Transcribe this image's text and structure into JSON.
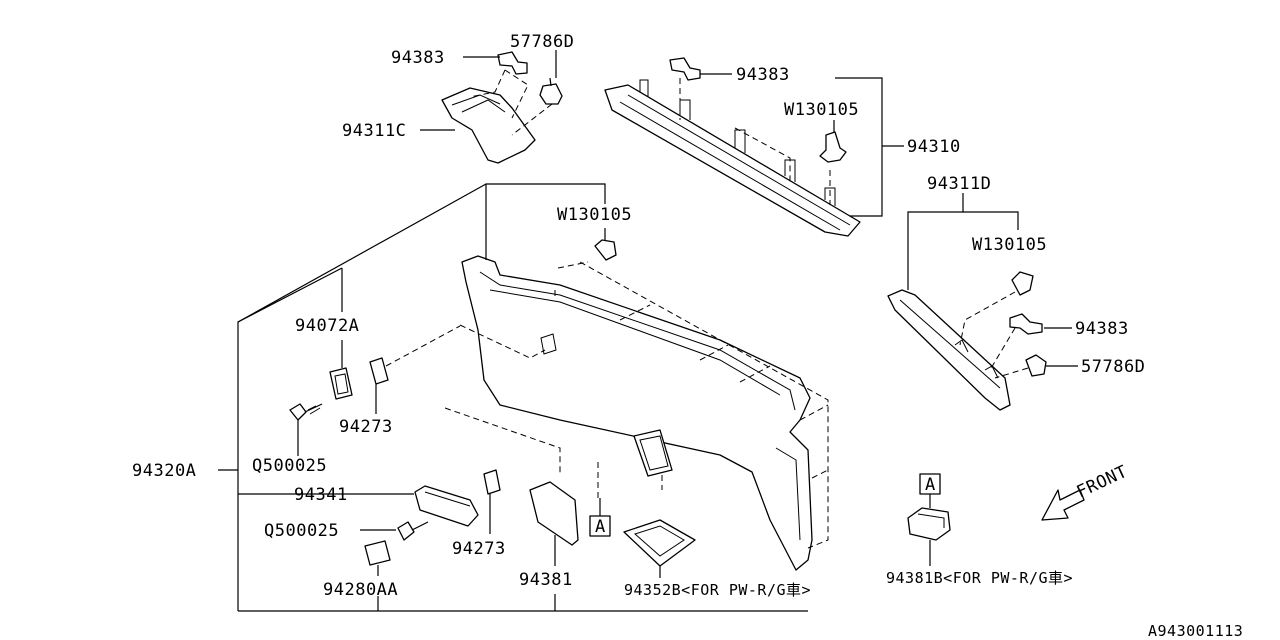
{
  "labels": {
    "p94383_a": "94383",
    "p57786d_a": "57786D",
    "p94311c": "94311C",
    "p94383_b": "94383",
    "pw130105_a": "W130105",
    "p94310": "94310",
    "p94311d": "94311D",
    "pw130105_b": "W130105",
    "p94383_c": "94383",
    "p57786d_b": "57786D",
    "pw130105_c": "W130105",
    "p94072a": "94072A",
    "p94273_a": "94273",
    "pq500025_a": "Q500025",
    "p94320a": "94320A",
    "p94341": "94341",
    "pq500025_b": "Q500025",
    "p94273_b": "94273",
    "p94280aa": "94280AA",
    "p94381": "94381",
    "p94352b": "94352B<FOR PW-R/G車>",
    "p94381b": "94381B<FOR PW-R/G車>",
    "ref_a_main": "A",
    "ref_a_detail": "A",
    "front": "FRONT",
    "diagram_id": "A943001113"
  }
}
